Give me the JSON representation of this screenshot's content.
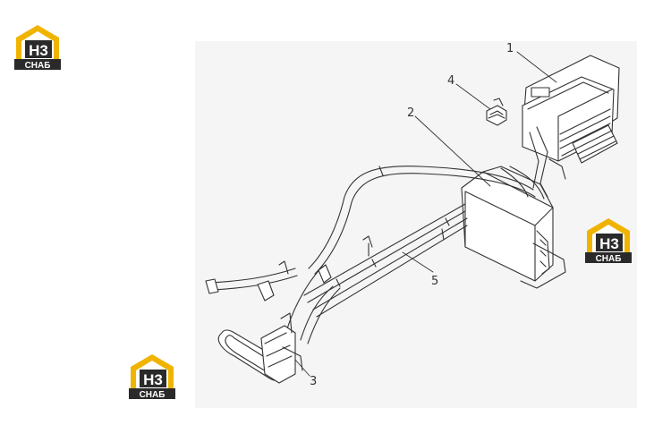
{
  "watermark": {
    "top_text": "H3",
    "bottom_text": "CHAБ",
    "colors": {
      "accent": "#f0b400",
      "dark": "#2a2a2a",
      "text": "#ffffff"
    }
  },
  "callouts": [
    {
      "id": "1",
      "label": "1"
    },
    {
      "id": "2",
      "label": "2"
    },
    {
      "id": "3",
      "label": "3"
    },
    {
      "id": "4",
      "label": "4"
    },
    {
      "id": "5",
      "label": "5"
    }
  ]
}
